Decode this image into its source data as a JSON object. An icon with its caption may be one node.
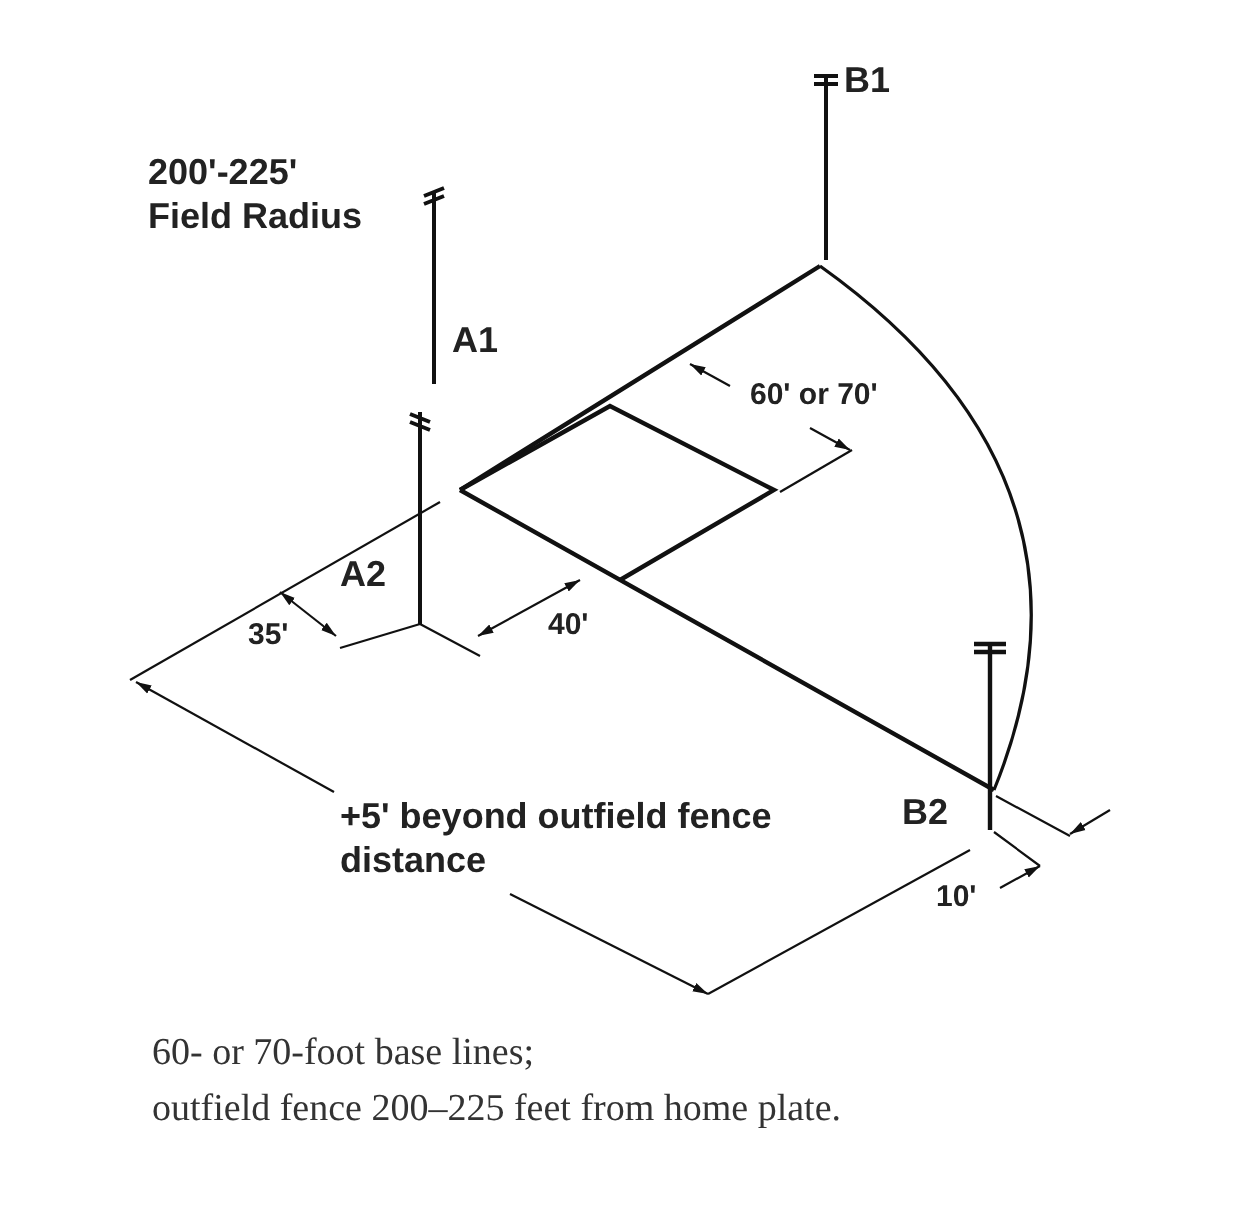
{
  "diagram": {
    "caption": "60- or 70-foot base lines; outfield fence 200–225 feet from home plate.",
    "labels": [
      "B1",
      "200'-225' Field Radius",
      "A1",
      "60' or 70'",
      "A2",
      "40'",
      "35'",
      "B2",
      "+5' beyond outfield fence distance",
      "10'"
    ]
  }
}
